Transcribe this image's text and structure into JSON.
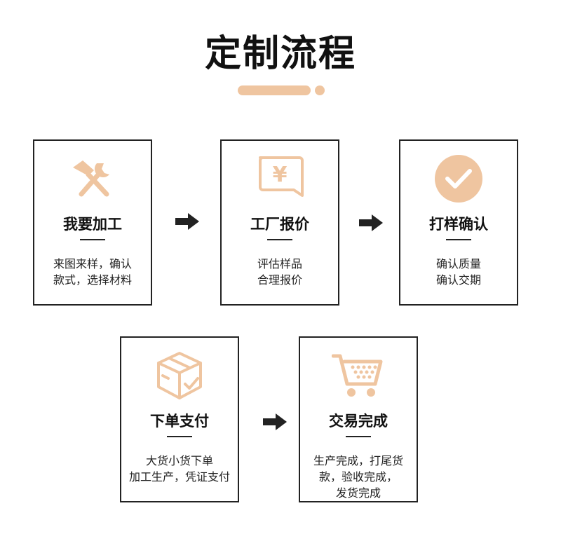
{
  "title": "定制流程",
  "accent_color": "#efc5a0",
  "steps": [
    {
      "icon": "tools-icon",
      "title": "我要加工",
      "desc": [
        "来图来样，确认",
        "款式，选择材料"
      ]
    },
    {
      "icon": "quote-yen-icon",
      "title": "工厂报价",
      "desc": [
        "评估样品",
        "合理报价"
      ]
    },
    {
      "icon": "checkmark-circle-icon",
      "title": "打样确认",
      "desc": [
        "确认质量",
        "确认交期"
      ]
    },
    {
      "icon": "package-check-icon",
      "title": "下单支付",
      "desc": [
        "大货小货下单",
        "加工生产，凭证支付"
      ]
    },
    {
      "icon": "shopping-cart-icon",
      "title": "交易完成",
      "desc": [
        "生产完成，打尾货",
        "款，验收完成，",
        "发货完成"
      ]
    }
  ],
  "quote_symbol": "¥"
}
